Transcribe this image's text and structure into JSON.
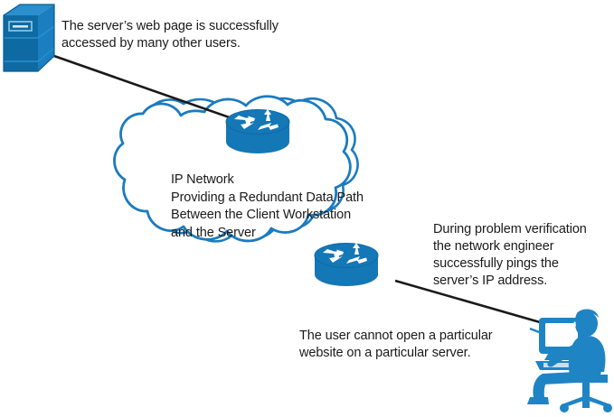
{
  "diagram": {
    "title": "IP network troubleshooting topology",
    "colors": {
      "device_blue": "#1477b6",
      "device_blue_dark": "#0f6aa3",
      "device_blue_light": "#2a8fcc",
      "cloud_stroke": "#1b7bbf",
      "link_line": "#1a1a1a",
      "text": "#1a1a1a",
      "white": "#ffffff"
    },
    "cloud": {
      "name": "ip-network-cloud",
      "label": "IP Network\nProviding a Redundant Data Path\nBetween the Client Workstation\nand the Server"
    },
    "nodes": [
      {
        "id": "server",
        "name": "server-icon",
        "label": ""
      },
      {
        "id": "router-top",
        "name": "router-top-icon",
        "label": ""
      },
      {
        "id": "router-bottom",
        "name": "router-bottom-icon",
        "label": ""
      },
      {
        "id": "workstation",
        "name": "user-workstation-icon",
        "label": ""
      }
    ],
    "links": [
      {
        "id": "link-server-router",
        "name": "link-server-to-router-top",
        "from": "server",
        "to": "router-top"
      },
      {
        "id": "link-router-user",
        "name": "link-router-bottom-to-workstation",
        "from": "router-bottom",
        "to": "workstation"
      }
    ],
    "annotations": {
      "server_note": "The server’s web page is successfully\naccessed by many other users.",
      "ping_note": "During problem verification\nthe network engineer\nsuccessfully pings the\nserver’s IP address.",
      "user_note": "The user cannot open a particular\nwebsite on a particular server."
    }
  }
}
